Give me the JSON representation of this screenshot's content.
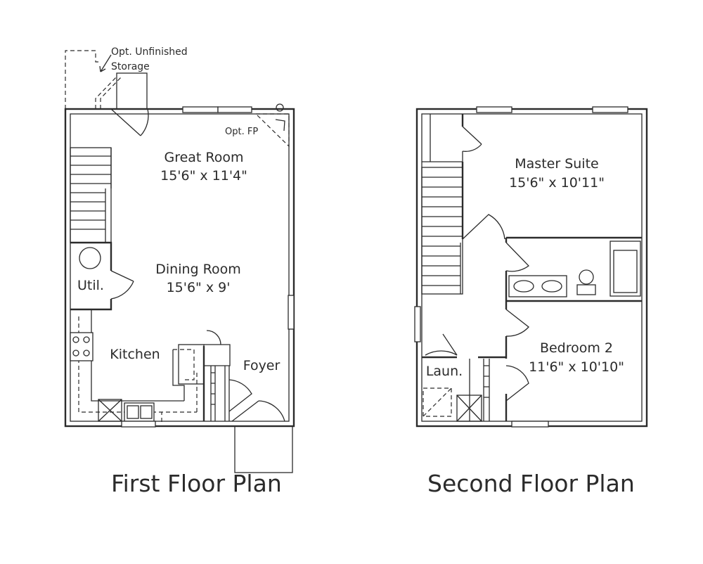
{
  "first_floor": {
    "title": "First Floor Plan",
    "rooms": {
      "great_room": {
        "name": "Great Room",
        "size": "15'6\" x 11'4\""
      },
      "dining_room": {
        "name": "Dining Room",
        "size": "15'6\" x 9'"
      },
      "util": {
        "name": "Util."
      },
      "kitchen": {
        "name": "Kitchen"
      },
      "foyer": {
        "name": "Foyer"
      }
    },
    "notes": {
      "storage_line1": "Opt. Unfinished",
      "storage_line2": "Storage",
      "fireplace": "Opt. FP"
    }
  },
  "second_floor": {
    "title": "Second Floor Plan",
    "rooms": {
      "master_suite": {
        "name": "Master Suite",
        "size": "15'6\" x 10'11\""
      },
      "bedroom2": {
        "name": "Bedroom 2",
        "size": "11'6\" x 10'10\""
      },
      "laundry": {
        "name": "Laun."
      }
    }
  }
}
